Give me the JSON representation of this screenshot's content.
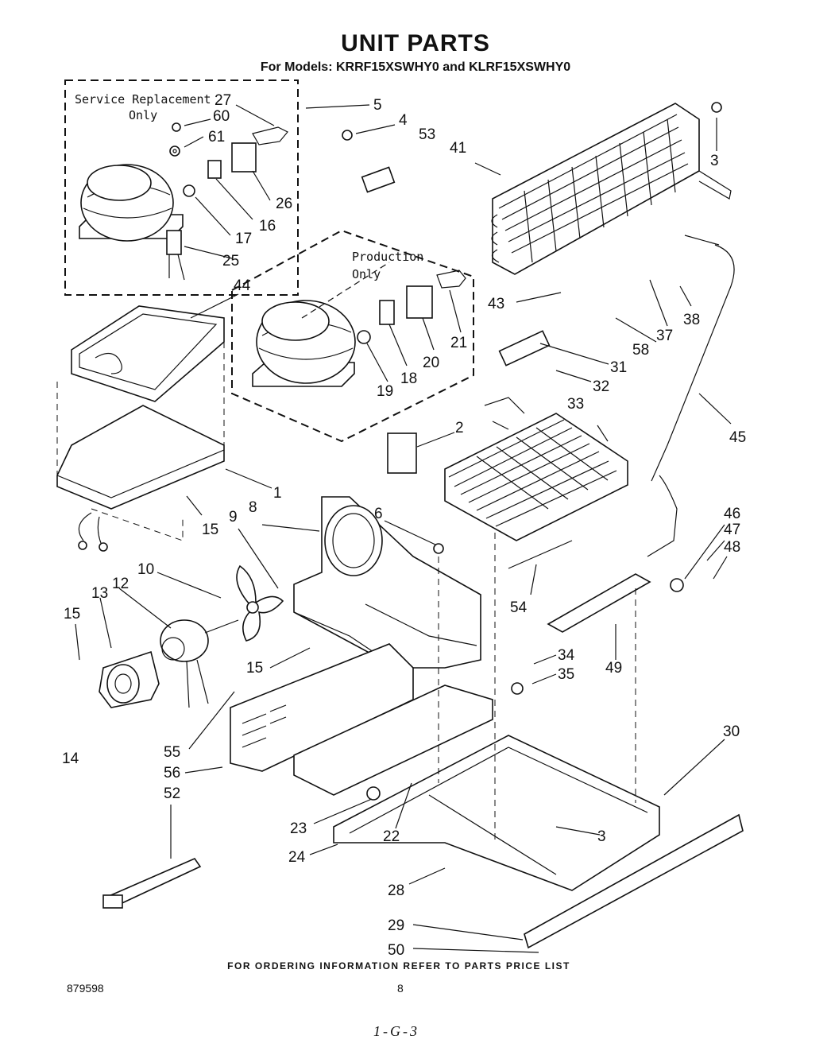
{
  "header": {
    "title": "UNIT PARTS",
    "subtitle": "For Models: KRRF15XSWHY0 and KLRF15XSWHY0"
  },
  "boxes": {
    "service": [
      "Service Replacement",
      "Only"
    ],
    "production": [
      "Production",
      "Only"
    ]
  },
  "callouts": [
    {
      "id": "c27",
      "text": "27"
    },
    {
      "id": "c60",
      "text": "60"
    },
    {
      "id": "c61",
      "text": "61"
    },
    {
      "id": "c26",
      "text": "26"
    },
    {
      "id": "c16",
      "text": "16"
    },
    {
      "id": "c17",
      "text": "17"
    },
    {
      "id": "c25",
      "text": "25"
    },
    {
      "id": "c5",
      "text": "5"
    },
    {
      "id": "c4",
      "text": "4"
    },
    {
      "id": "c53",
      "text": "53"
    },
    {
      "id": "c41",
      "text": "41"
    },
    {
      "id": "c3a",
      "text": "3"
    },
    {
      "id": "c44",
      "text": "44"
    },
    {
      "id": "c21",
      "text": "21"
    },
    {
      "id": "c20",
      "text": "20"
    },
    {
      "id": "c18",
      "text": "18"
    },
    {
      "id": "c19",
      "text": "19"
    },
    {
      "id": "c43",
      "text": "43"
    },
    {
      "id": "c37",
      "text": "37"
    },
    {
      "id": "c38",
      "text": "38"
    },
    {
      "id": "c58",
      "text": "58"
    },
    {
      "id": "c31",
      "text": "31"
    },
    {
      "id": "c32",
      "text": "32"
    },
    {
      "id": "c33",
      "text": "33"
    },
    {
      "id": "c45",
      "text": "45"
    },
    {
      "id": "c2",
      "text": "2"
    },
    {
      "id": "c1",
      "text": "1"
    },
    {
      "id": "c15a",
      "text": "15"
    },
    {
      "id": "c9",
      "text": "9"
    },
    {
      "id": "c8",
      "text": "8"
    },
    {
      "id": "c6",
      "text": "6"
    },
    {
      "id": "c10",
      "text": "10"
    },
    {
      "id": "c12",
      "text": "12"
    },
    {
      "id": "c13",
      "text": "13"
    },
    {
      "id": "c15b",
      "text": "15"
    },
    {
      "id": "c46",
      "text": "46"
    },
    {
      "id": "c47",
      "text": "47"
    },
    {
      "id": "c48",
      "text": "48"
    },
    {
      "id": "c54",
      "text": "54"
    },
    {
      "id": "c15c",
      "text": "15"
    },
    {
      "id": "c34",
      "text": "34"
    },
    {
      "id": "c35",
      "text": "35"
    },
    {
      "id": "c49",
      "text": "49"
    },
    {
      "id": "c14",
      "text": "14"
    },
    {
      "id": "c55",
      "text": "55"
    },
    {
      "id": "c56",
      "text": "56"
    },
    {
      "id": "c52",
      "text": "52"
    },
    {
      "id": "c30",
      "text": "30"
    },
    {
      "id": "c23",
      "text": "23"
    },
    {
      "id": "c22",
      "text": "22"
    },
    {
      "id": "c3b",
      "text": "3"
    },
    {
      "id": "c24",
      "text": "24"
    },
    {
      "id": "c28",
      "text": "28"
    },
    {
      "id": "c29",
      "text": "29"
    },
    {
      "id": "c50",
      "text": "50"
    }
  ],
  "footer": {
    "ordering_note": "FOR ORDERING INFORMATION REFER TO PARTS PRICE LIST",
    "doc_number": "879598",
    "page_number": "8",
    "sheet_code": "1-G-3"
  }
}
